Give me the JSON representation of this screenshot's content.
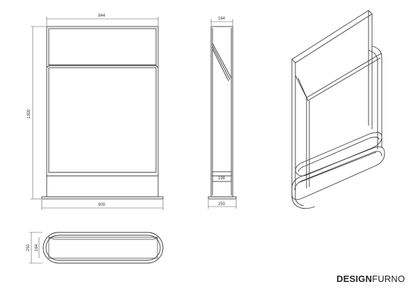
{
  "front_view": {
    "width_top": "844",
    "width_bottom": "900",
    "height": "1300"
  },
  "side_view": {
    "depth_top": "164",
    "inner_depth": "198",
    "depth_bottom": "250"
  },
  "top_view": {
    "outer_depth": "250",
    "inner_depth": "164"
  },
  "brand": {
    "strong": "DESIGN",
    "light": "FURNO"
  },
  "colors": {
    "line": "#3a3a3a",
    "dim": "#555555"
  }
}
